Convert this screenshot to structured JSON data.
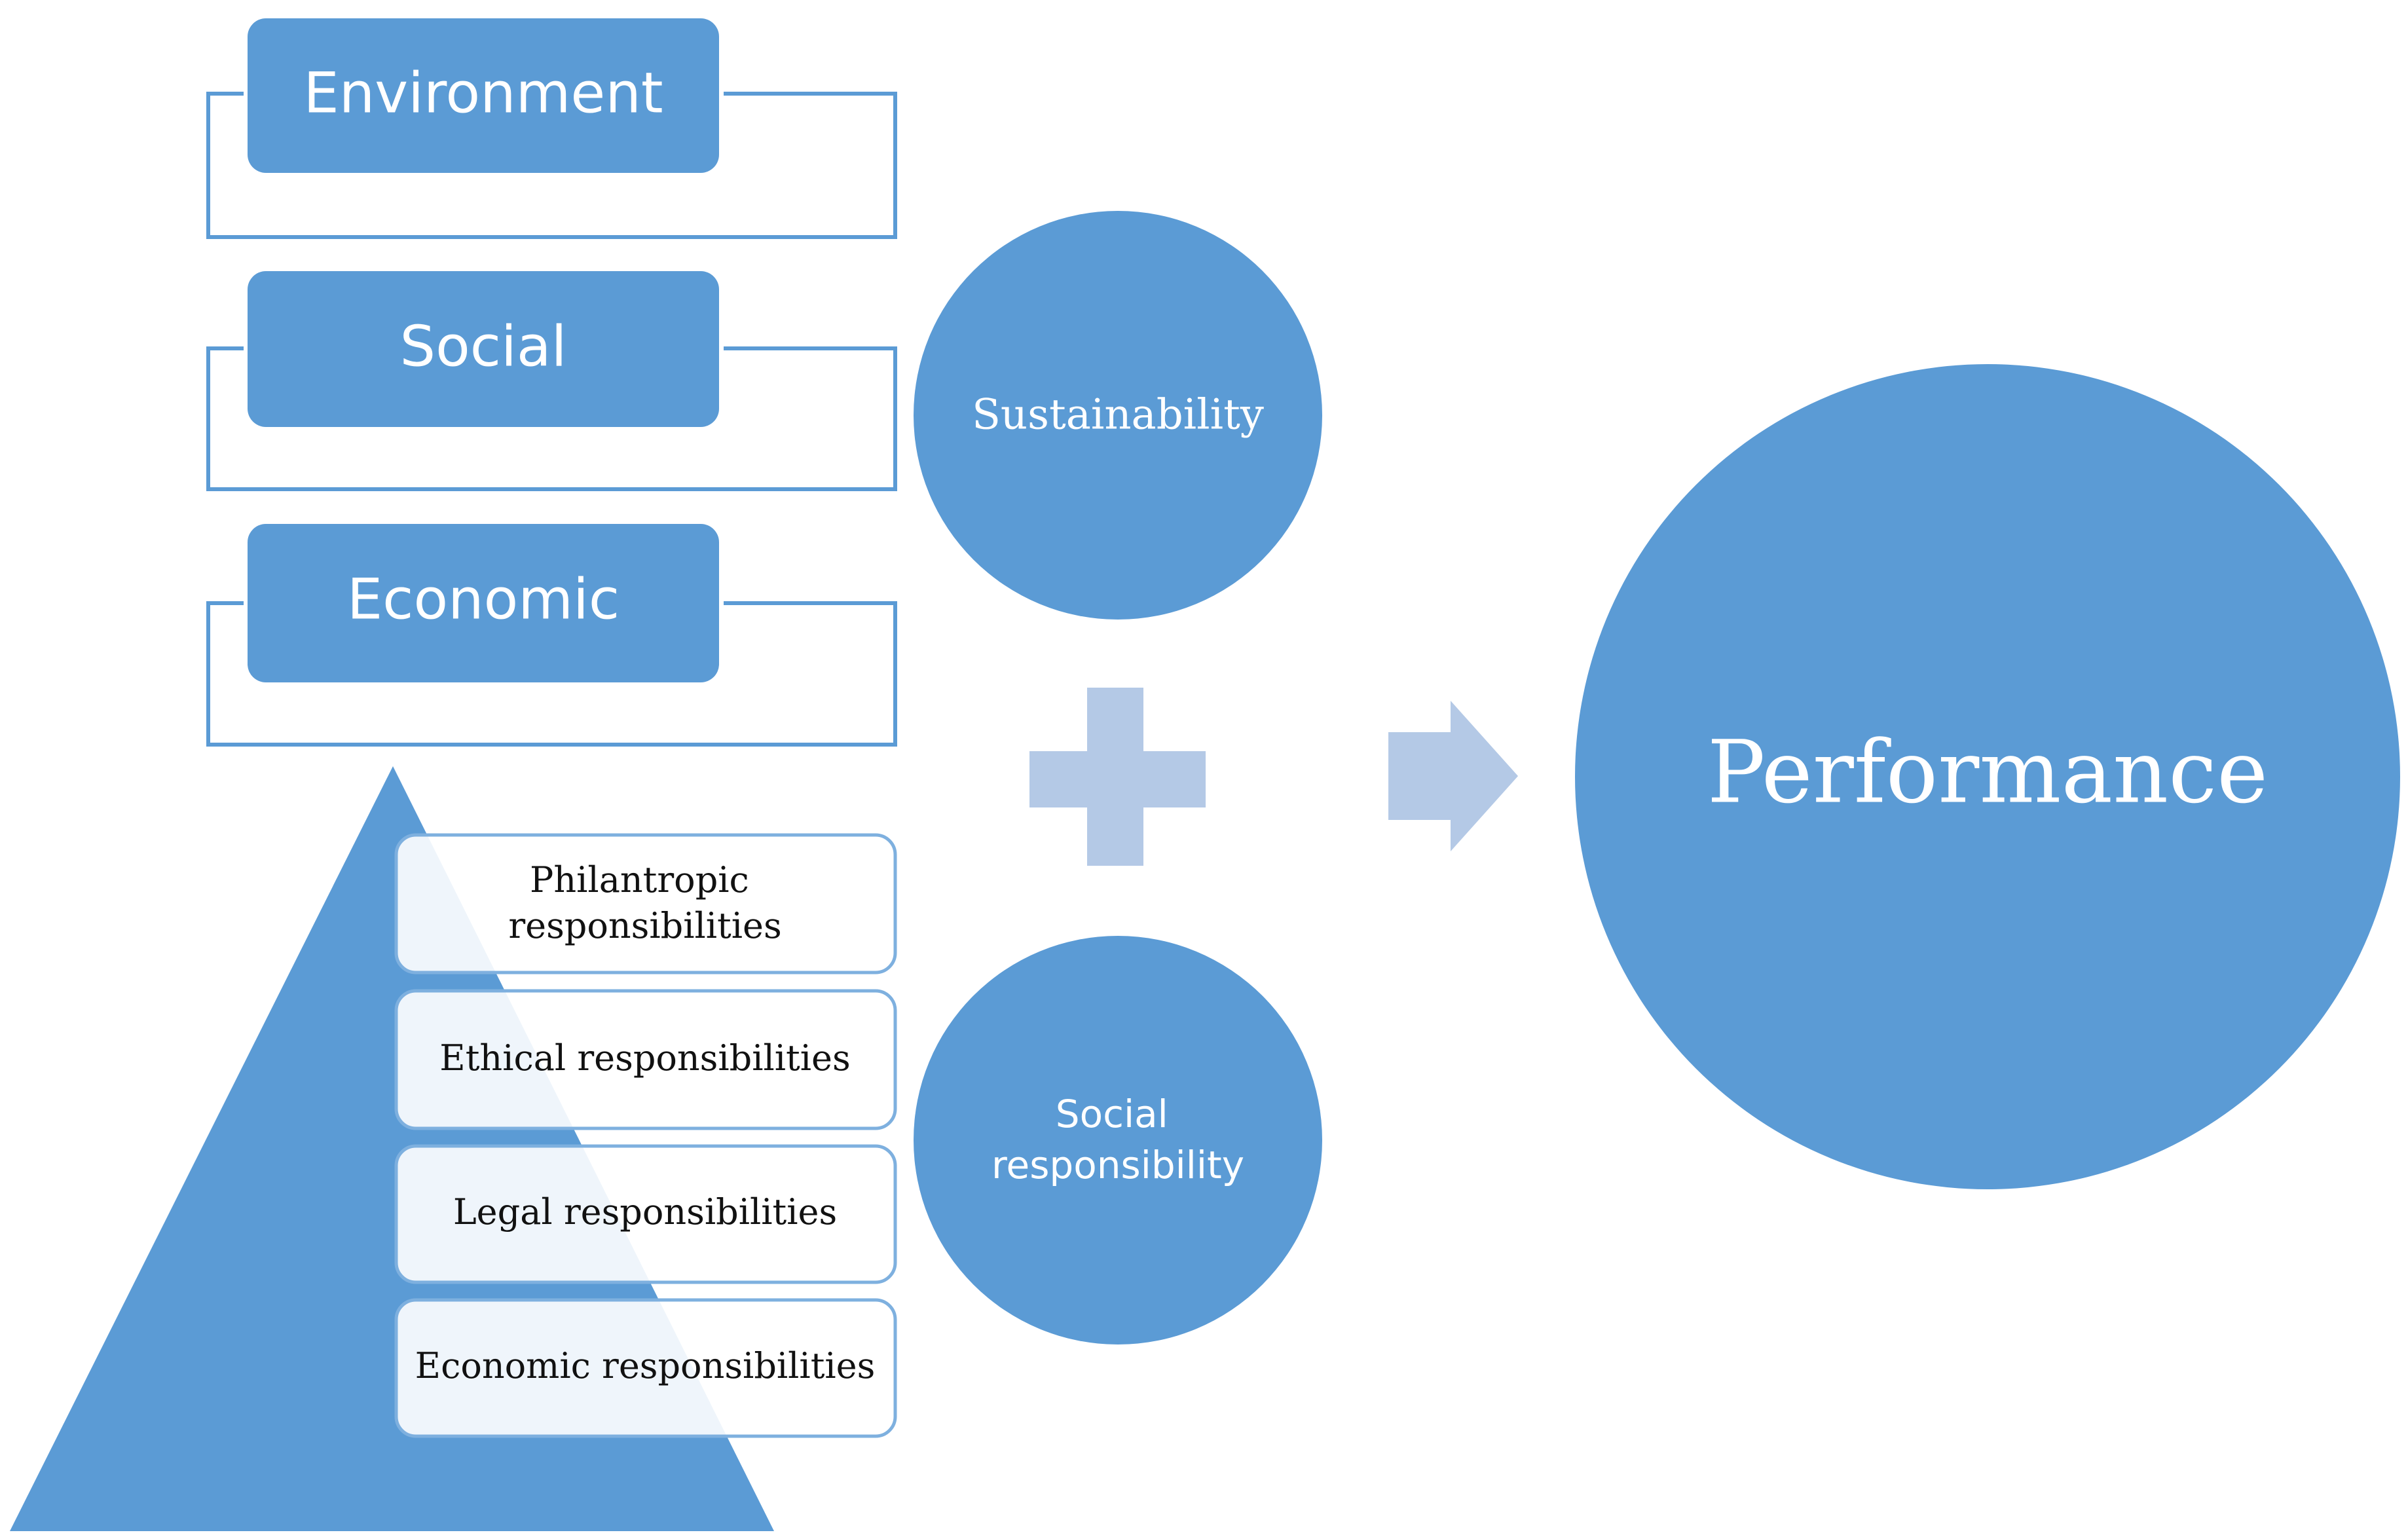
{
  "colors": {
    "primary": "#5b9bd5",
    "light": "#b4c9e6",
    "border_light": "#7eb0df",
    "box_fill": "#ffffff",
    "dark_text": "#111111",
    "white": "#ffffff"
  },
  "sustainability": {
    "pillars": [
      {
        "label": "Environment"
      },
      {
        "label": "Social"
      },
      {
        "label": "Economic"
      }
    ],
    "circle_label": "Sustainability"
  },
  "social_responsibility": {
    "pyramid_levels": [
      {
        "lines": [
          "Philantropic",
          "responsibilities"
        ]
      },
      {
        "lines": [
          "Ethical responsibilities"
        ]
      },
      {
        "lines": [
          "Legal responsibilities"
        ]
      },
      {
        "lines": [
          "Economic responsibilities"
        ]
      }
    ],
    "circle_label_lines": [
      "Social",
      "responsibility"
    ]
  },
  "operators": {
    "plus_icon": "plus-icon",
    "arrow_icon": "arrow-right-icon"
  },
  "outcome": {
    "label": "Performance"
  }
}
